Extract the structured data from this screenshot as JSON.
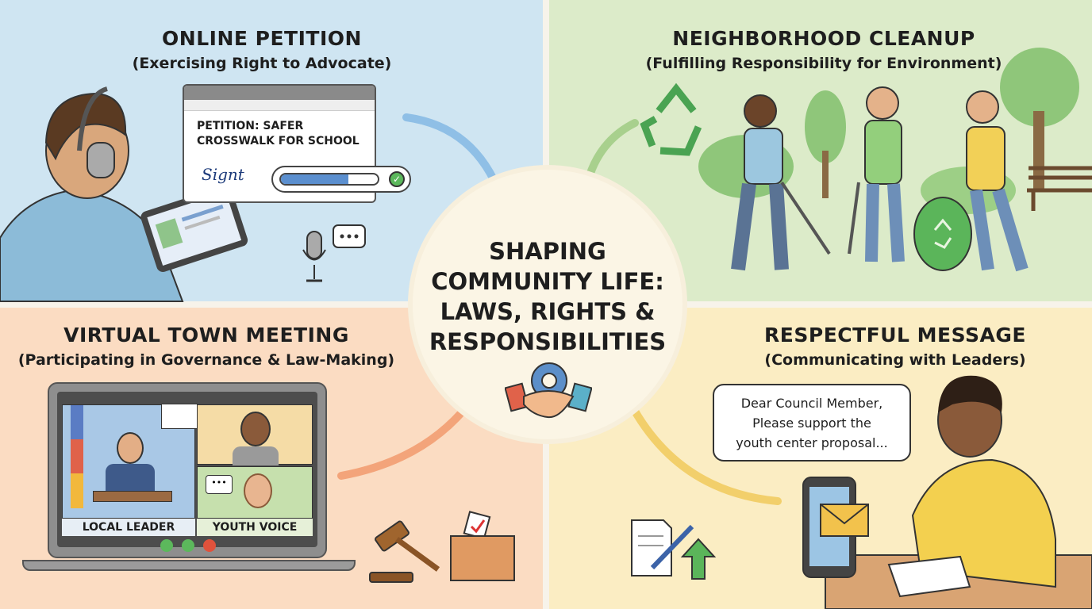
{
  "center": {
    "title_lines": [
      "SHAPING",
      "COMMUNITY LIFE:",
      "LAWS, RIGHTS &",
      "RESPONSIBILITIES"
    ],
    "icon": "handshake-gear-icon"
  },
  "panels": {
    "online_petition": {
      "title": "ONLINE PETITION",
      "subtitle": "(Exercising Right to Advocate)",
      "petition_title_lines": [
        "PETITION: SAFER",
        "CROSSWALK FOR SCHOOL"
      ],
      "signature": "Signt",
      "progress_percent": 70,
      "icons": [
        "headphones-icon",
        "tablet-icon",
        "microphone-icon",
        "chat-bubble-icon",
        "check-icon"
      ]
    },
    "neighborhood_cleanup": {
      "title": "NEIGHBORHOOD CLEANUP",
      "subtitle": "(Fulfilling Responsibility for Environment)",
      "icons": [
        "recycle-icon",
        "tree-icon",
        "bench-icon",
        "trash-bag-icon"
      ]
    },
    "virtual_town_meeting": {
      "title": "VIRTUAL TOWN MEETING",
      "subtitle": "(Participating in Governance & Law-Making)",
      "tile_labels": [
        "LOCAL LEADER",
        "YOUTH VOICE"
      ],
      "icons": [
        "microphone-icon",
        "video-icon",
        "hang-up-icon",
        "gavel-icon",
        "ballot-box-icon"
      ]
    },
    "respectful_message": {
      "title": "RESPECTFUL MESSAGE",
      "subtitle": "(Communicating with Leaders)",
      "message_lines": [
        "Dear Council Member,",
        "Please support the",
        "youth center proposal..."
      ],
      "icons": [
        "phone-icon",
        "envelope-icon",
        "document-pen-icon",
        "arrow-up-icon"
      ]
    }
  },
  "colors": {
    "q1": "#cfe5f2",
    "q2": "#dcebc9",
    "q3": "#fbdcc2",
    "q4": "#fbedc3",
    "center": "#fbf5e5"
  }
}
